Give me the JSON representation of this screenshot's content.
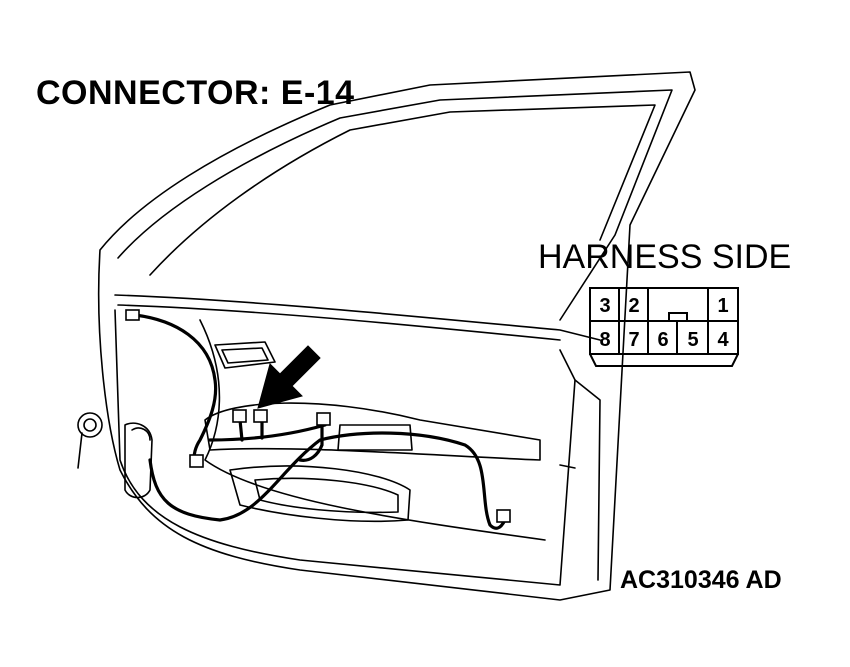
{
  "diagram": {
    "connector_label": "CONNECTOR: E-14",
    "harness_label": "HARNESS SIDE",
    "figure_code": "AC310346 AD",
    "connector_pins": {
      "top_row": [
        "3",
        "2",
        "",
        "",
        "1"
      ],
      "bottom_row": [
        "8",
        "7",
        "6",
        "5",
        "4"
      ]
    },
    "colors": {
      "line": "#000000",
      "background": "#ffffff"
    }
  }
}
